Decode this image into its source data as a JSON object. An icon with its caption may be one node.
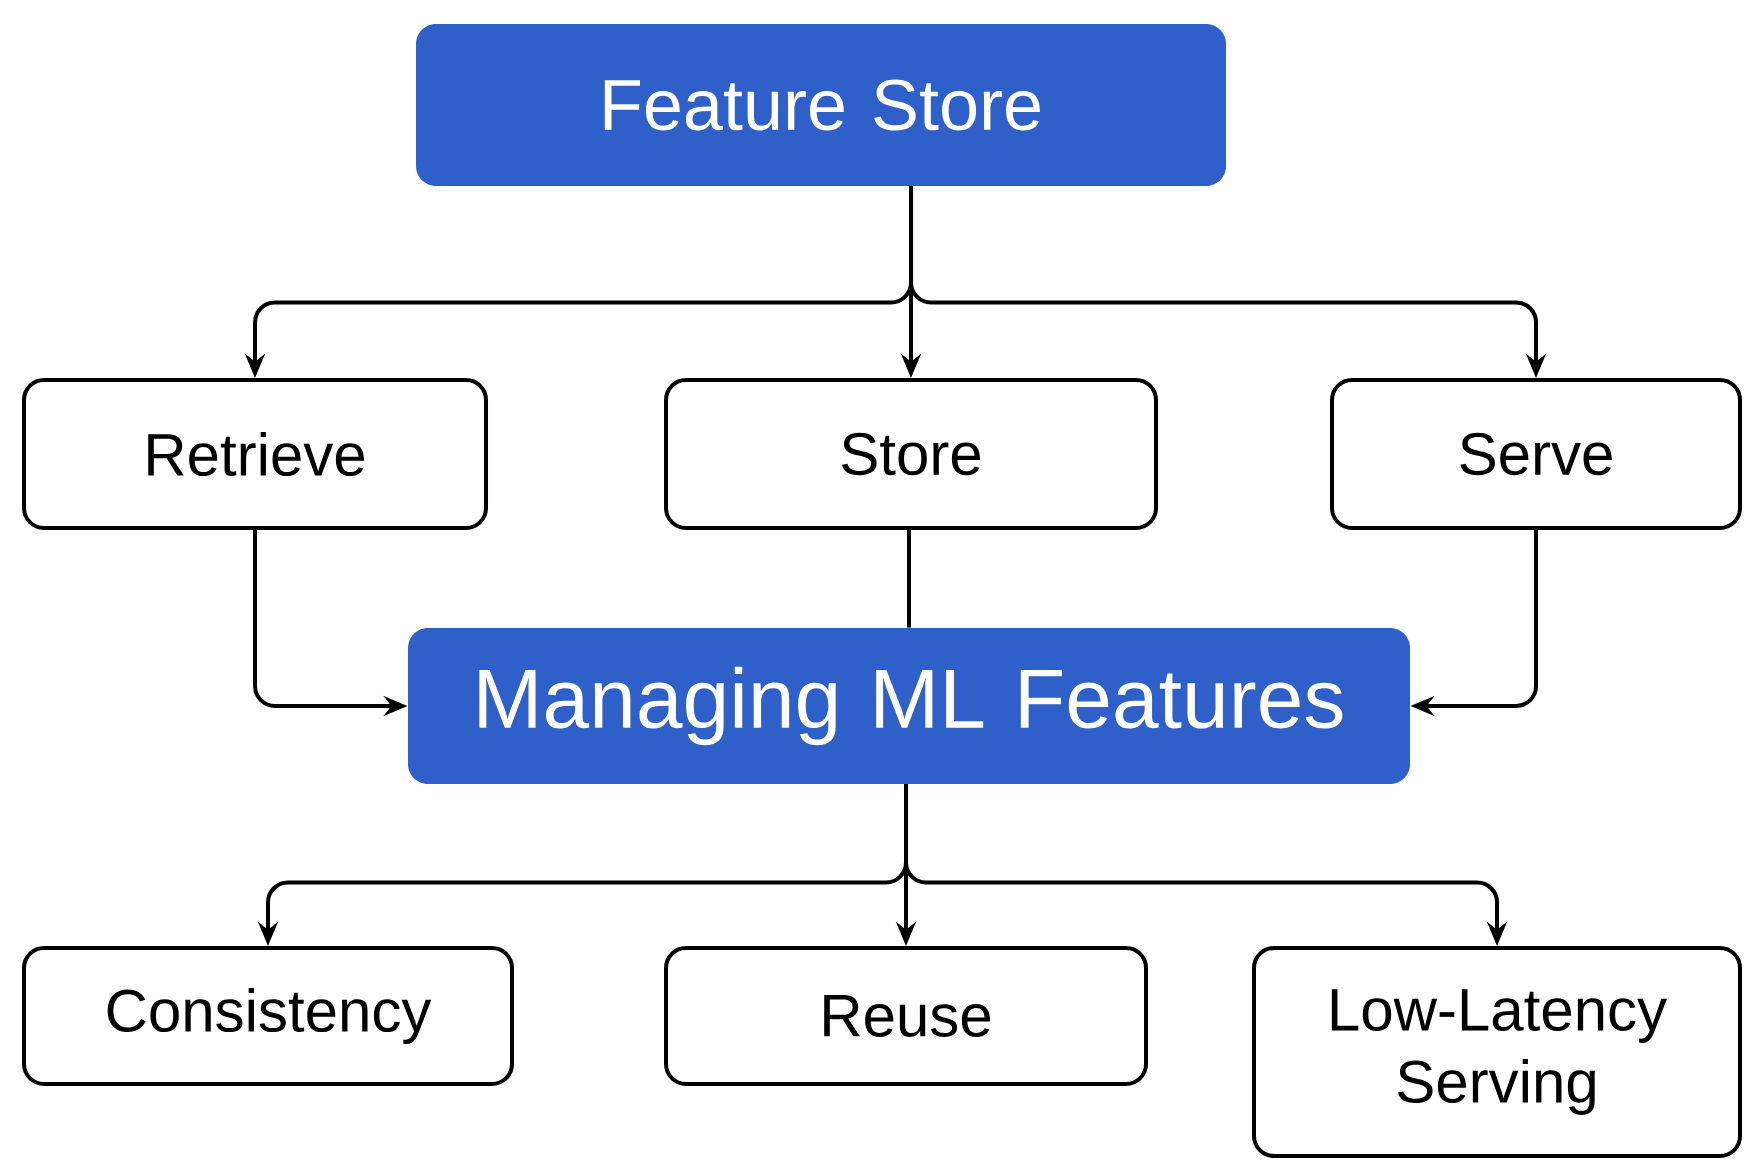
{
  "diagram": {
    "nodes": [
      {
        "text": [
          "Feature Store"
        ]
      },
      {
        "text": [
          "Retrieve"
        ]
      },
      {
        "text": [
          "Store"
        ]
      },
      {
        "text": [
          "Serve"
        ]
      },
      {
        "text": [
          "Managing ML Features"
        ]
      },
      {
        "text": [
          "Consistency"
        ]
      },
      {
        "text": [
          "Reuse"
        ]
      },
      {
        "text": [
          "Low-Latency Serving"
        ]
      }
    ],
    "edges": [
      {
        "from": 0,
        "to": 1,
        "arrow": "to"
      },
      {
        "from": 0,
        "to": 2,
        "arrow": "to"
      },
      {
        "from": 0,
        "to": 3,
        "arrow": "to"
      },
      {
        "from": 1,
        "to": 4,
        "arrow": "to"
      },
      {
        "from": 2,
        "to": 4,
        "arrow": "none"
      },
      {
        "from": 3,
        "to": 4,
        "arrow": "to"
      },
      {
        "from": 4,
        "to": 5,
        "arrow": "to"
      },
      {
        "from": 4,
        "to": 6,
        "arrow": "to"
      },
      {
        "from": 4,
        "to": 7,
        "arrow": "to"
      }
    ]
  }
}
